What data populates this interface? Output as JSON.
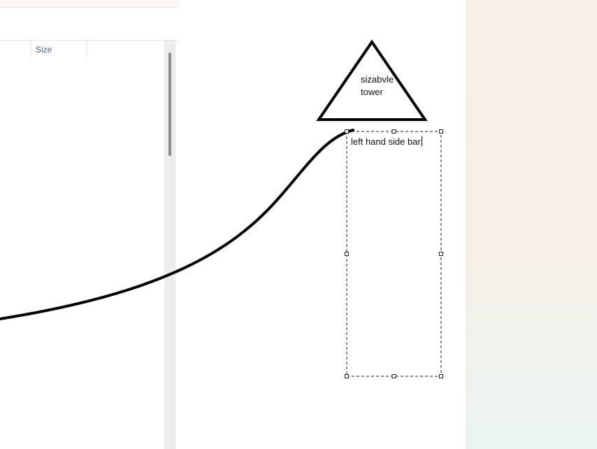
{
  "explorer": {
    "column_size_label": "Size"
  },
  "canvas": {
    "triangle_text": [
      "sizabvle",
      "tower"
    ],
    "text_box_value": "left hand side bar"
  }
}
